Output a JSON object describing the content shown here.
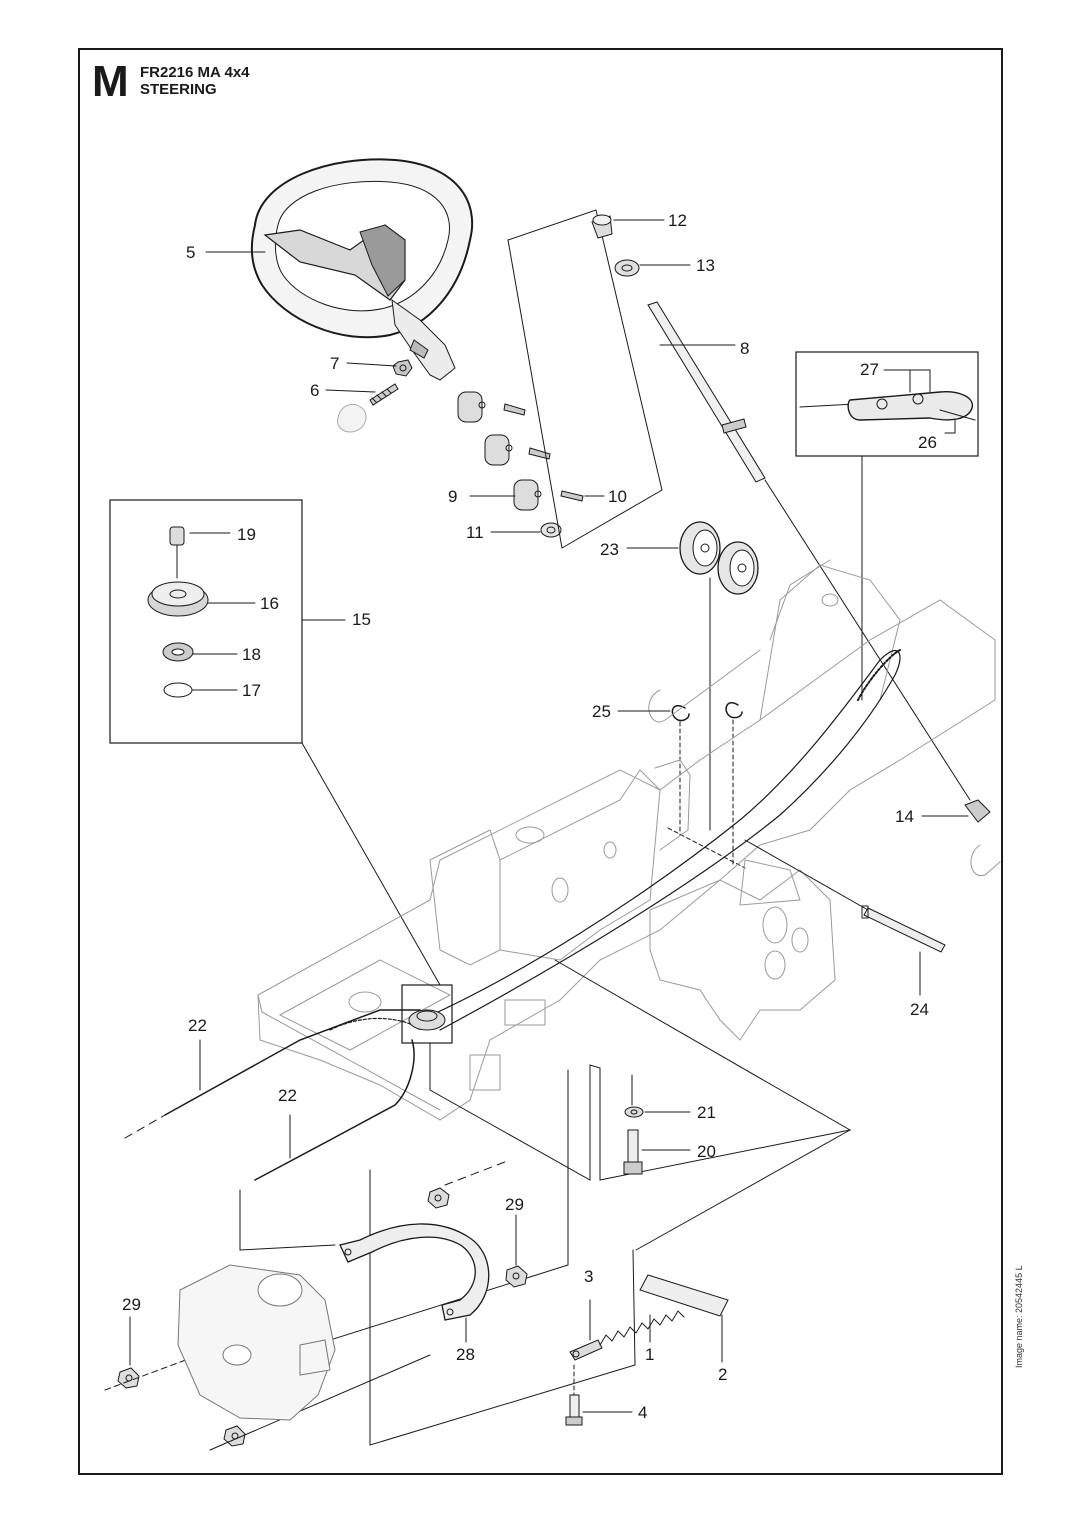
{
  "header": {
    "section_letter": "M",
    "model": "FR2216 MA 4x4",
    "group": "STEERING"
  },
  "footer": {
    "image_name": "Image name: 20542445 L"
  },
  "part_labels": {
    "p1": "1",
    "p2": "2",
    "p3": "3",
    "p4": "4",
    "p5": "5",
    "p6": "6",
    "p7": "7",
    "p8": "8",
    "p9": "9",
    "p10": "10",
    "p11": "11",
    "p12": "12",
    "p13": "13",
    "p14": "14",
    "p15": "15",
    "p16": "16",
    "p17": "17",
    "p18": "18",
    "p19": "19",
    "p20": "20",
    "p21": "21",
    "p22": "22",
    "p23": "23",
    "p24": "24",
    "p25": "25",
    "p26": "26",
    "p27": "27",
    "p28": "28",
    "p29": "29"
  }
}
